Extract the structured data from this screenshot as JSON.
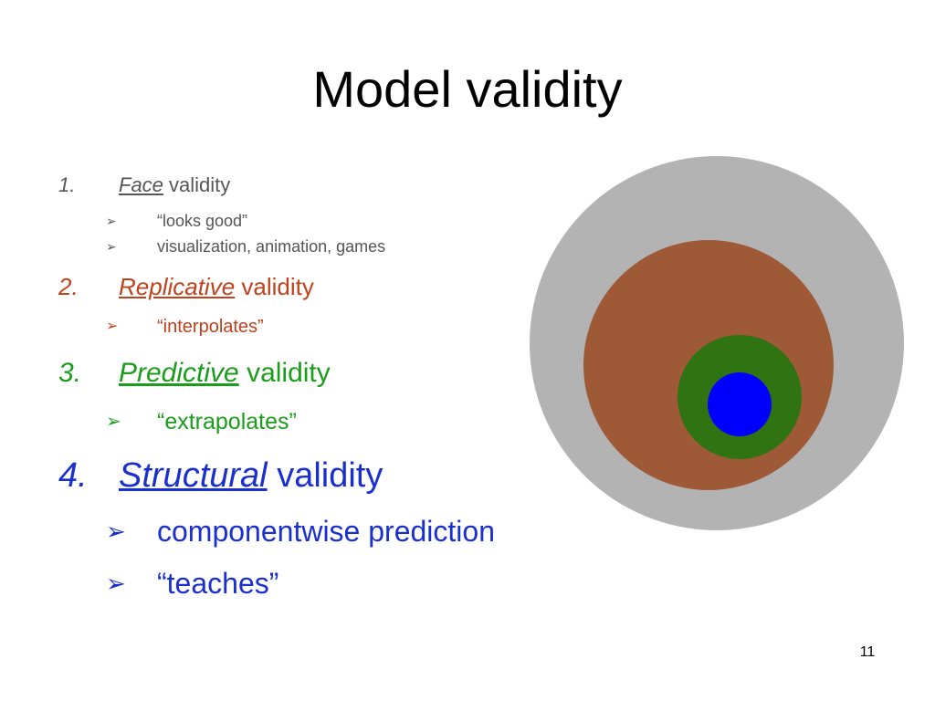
{
  "slide": {
    "title": "Model validity",
    "page_number": "11"
  },
  "items": [
    {
      "number": "1.",
      "term": "Face",
      "suffix": "validity",
      "color": "#555555",
      "bullets": [
        "“looks good”",
        "visualization, animation, games"
      ]
    },
    {
      "number": "2.",
      "term": "Replicative",
      "suffix": "validity",
      "color": "#c0411b",
      "bullets": [
        "“interpolates”"
      ]
    },
    {
      "number": "3.",
      "term": "Predictive",
      "suffix": "validity",
      "color": "#1a9d1a",
      "bullets": [
        "“extrapolates”"
      ]
    },
    {
      "number": "4.",
      "term": "Structural",
      "suffix": "validity",
      "color": "#1a2fd0",
      "bullets": [
        "componentwise prediction",
        "“teaches”"
      ]
    }
  ],
  "bullet_glyph": "➢",
  "diagram": {
    "colors": {
      "outer": "#b3b3b3",
      "second": "#9e5a37",
      "third": "#2f7312",
      "inner": "#0000ff"
    }
  }
}
